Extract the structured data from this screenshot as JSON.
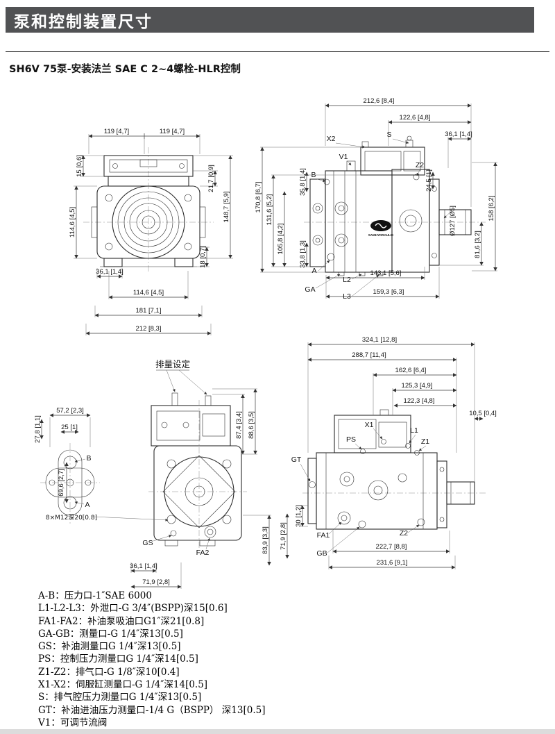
{
  "header": {
    "title": "泵和控制装置尺寸"
  },
  "subtitle": "SH6V 75泵-安装法兰 SAE C 2~4螺栓-HLR控制",
  "colors": {
    "header_bar": "#515254"
  },
  "logo": {
    "text": "SAMHYDRAULIK"
  },
  "views": {
    "front": {
      "labels": [
        "119 [4,7]",
        "119 [4,7]",
        "15 [0,6]",
        "114,6 [4,5]",
        "21,7 [0,9]",
        "148,7 [5,9]",
        "36,1 [1,4]",
        "18 [0,7]",
        "114,6 [4,5]",
        "181 [7,1]",
        "212 [8,3]"
      ]
    },
    "side_top": {
      "labels": [
        "212,6 [8,4]",
        "122,6 [4,8]",
        "36,1 [1,4]",
        "X2",
        "S",
        "V1",
        "Z2",
        "B",
        "35,8 [1,4]",
        "170,8 [6,7]",
        "131,6 [5,2]",
        "24,5 [1]",
        "158 [6,2]",
        "Ø127 [Ø5]",
        "105,8 [4,2]",
        "33,8 [1,3]",
        "A",
        "GA",
        "L2",
        "L3",
        "143,1 [5,6]",
        "159,3 [6,3]",
        "81,6 [3,2]"
      ]
    },
    "rear": {
      "labels": [
        "排量设定",
        "57,2 [2,3]",
        "25 [1]",
        "27,8 [1,1]",
        "B",
        "A",
        "69,6 [2,7]",
        "8×M12深20[0.8]",
        "87,4 [3,4]",
        "88,6 [3,5]",
        "GS",
        "FA2",
        "36,1 [1,4]",
        "71,9 [2,8]",
        "83,9 [3,3]"
      ]
    },
    "side_bottom": {
      "labels": [
        "324,1 [12,8]",
        "288,7 [11,4]",
        "162,6 [6,4]",
        "125,3 [4,9]",
        "122,3 [4,8]",
        "10,5 [0,4]",
        "X1",
        "PS",
        "L1",
        "Z1",
        "GT",
        "30 [1,2]",
        "71,9 [2,8]",
        "FA1",
        "GB",
        "Z2",
        "222,7 [8,8]",
        "231,6 [9,1]"
      ]
    }
  },
  "legend": {
    "items": [
      "A-B：压力口-1″SAE 6000",
      "L1-L2-L3：外泄口-G 3/4″(BSPP)深15[0.6]",
      "FA1-FA2：补油泵吸油口G1″深21[0.8]",
      "GA-GB：测量口-G 1/4″深13[0.5]",
      "GS：补油测量口G 1/4″深13[0.5]",
      "PS：控制压力测量口G 1/4″深14[0.5]",
      "Z1-Z2：排气口-G 1/8″深10[0.4]",
      "X1-X2：伺服缸测量口-G 1/4″深14[0.5]",
      "S：排气腔压力测量口G 1/4″深13[0.5]",
      "GT：补油进油压力测量口-1/4 G（BSPP） 深13[0.5]",
      "V1：可调节流阀"
    ]
  }
}
